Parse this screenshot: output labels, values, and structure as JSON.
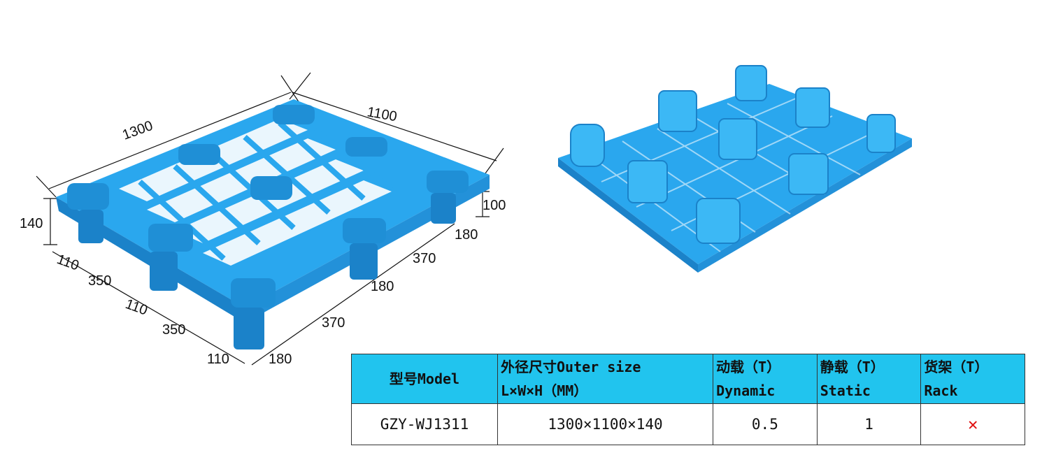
{
  "drawing": {
    "dims": {
      "length": "1300",
      "width": "1100",
      "height": "140",
      "deck_thickness": "100",
      "ends_a": [
        "110",
        "110",
        "110"
      ],
      "spans_a": [
        "350",
        "350"
      ],
      "ends_b": [
        "180",
        "180",
        "180"
      ],
      "spans_b": [
        "370",
        "370"
      ]
    }
  },
  "colors": {
    "pallet": "#2aa7ee",
    "pallet_dark": "#1b82c9",
    "header_bg": "#21c4ee",
    "cross": "#e01010"
  },
  "table": {
    "headers": {
      "model": "型号Model",
      "size_line1": "外径尺寸Outer size",
      "size_line2": "L×W×H（MM）",
      "dynamic_line1": "动载（T）",
      "dynamic_line2": "Dynamic",
      "static_line1": "静载（T）",
      "static_line2": "Static",
      "rack_line1": "货架（T）",
      "rack_line2": "Rack"
    },
    "row": {
      "model": "GZY-WJ1311",
      "size": "1300×1100×140",
      "dynamic": "0.5",
      "static": "1",
      "rack": "✕"
    }
  }
}
